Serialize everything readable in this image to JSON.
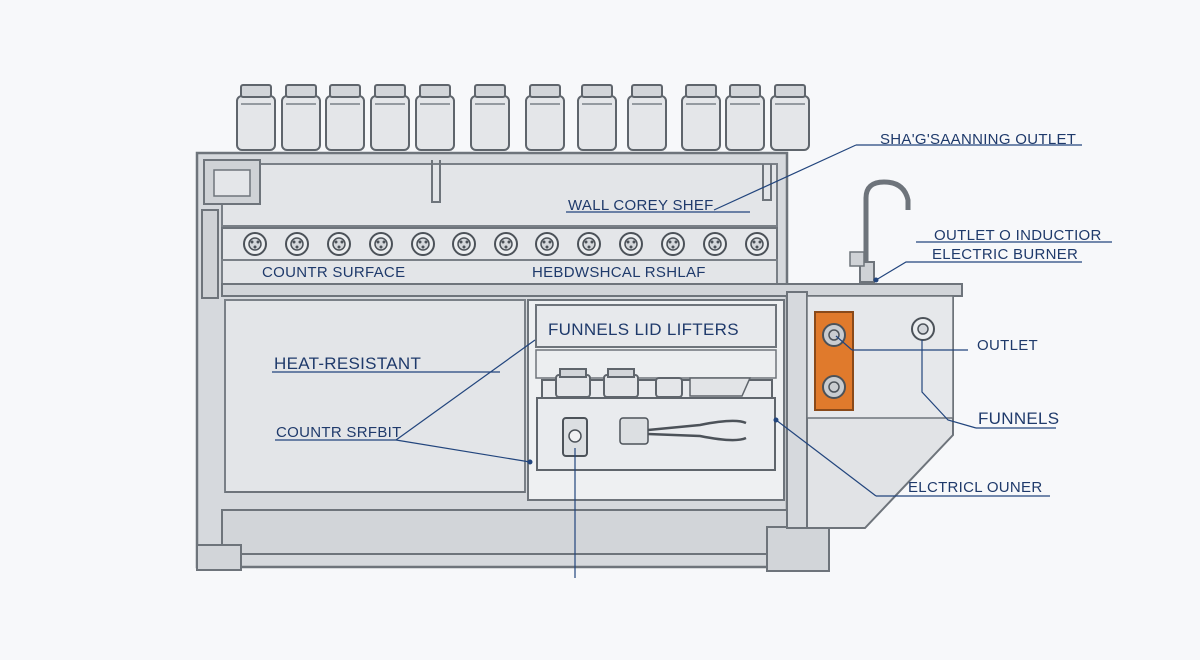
{
  "labels": {
    "canning_outlet": "SHA'G'SAANNING OUTLET",
    "wall_shelf": "WALL COREY SHEF",
    "outlet_induction": "OUTLET O INDUCTIOR",
    "electric_burner": "ELECTRIC BURNER",
    "counter_surface": "COUNTR SURFACE",
    "hebdw_shelf": "HEBDWSHCAL RSHLAF",
    "funnels_lid_lifters": "FUNNELS LID LIFTERS",
    "heat_resistant": "HEAT-RESISTANT",
    "outlet": "OUTLET",
    "counter_srfbit": "COUNTR SRFBIT",
    "funnels": "FUNNELS",
    "electric_ouner": "ELCTRICL OUNER"
  },
  "colors": {
    "leader": "#22457d",
    "label_text": "#1f3a6b",
    "metal": "#d6d9dd",
    "outline": "#6e747b",
    "outlet_accent": "#e07a2c"
  },
  "jar_count": 12,
  "knob_count": 13
}
